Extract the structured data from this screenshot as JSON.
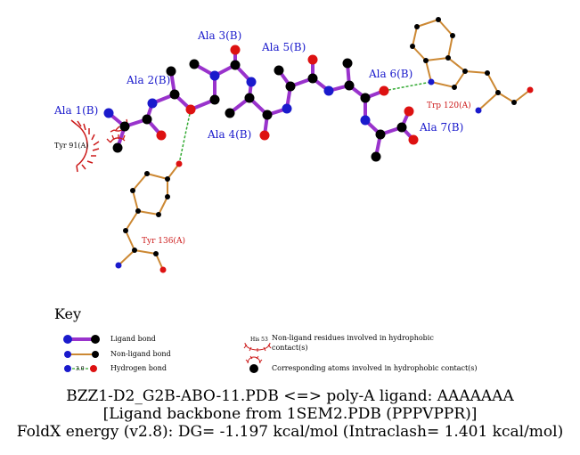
{
  "residues": {
    "ala1": "Ala 1(B)",
    "ala2": "Ala 2(B)",
    "ala3": "Ala 3(B)",
    "ala4": "Ala 4(B)",
    "ala5": "Ala 5(B)",
    "ala6": "Ala 6(B)",
    "ala7": "Ala 7(B)",
    "tyr91": "Tyr 91(A)",
    "tyr136": "Tyr 136(A)",
    "trp120": "Trp 120(A)"
  },
  "key": {
    "title": "Key",
    "ligand_bond": "Ligand bond",
    "nonligand_bond": "Non-ligand bond",
    "hydrogen_bond": "Hydrogen bond",
    "hbond_distance": "3.0",
    "hydrophobic_example": "His 53",
    "hydrophobic_line1": "Non-ligand residues involved in hydrophobic",
    "hydrophobic_line2": "contact(s)",
    "corresponding_atoms": "Corresponding atoms involved in hydrophobic contact(s)"
  },
  "caption": {
    "line1": "BZZ1-D2_G2B-ABO-11.PDB <=> poly-A ligand: AAAAAAA",
    "line2": "[Ligand backbone from 1SEM2.PDB (PPPVPPR)]",
    "line3": "FoldX energy (v2.8): DG= -1.197 kcal/mol (Intraclash= 1.401 kcal/mol)"
  },
  "colors": {
    "ligand_bond": "#9933cc",
    "nonligand_bond": "#cc8833",
    "hbond": "#33aa33",
    "carbon": "#000000",
    "nitrogen": "#1a1acc",
    "oxygen": "#dd1111",
    "hydrophobic": "#cc1a1a"
  }
}
